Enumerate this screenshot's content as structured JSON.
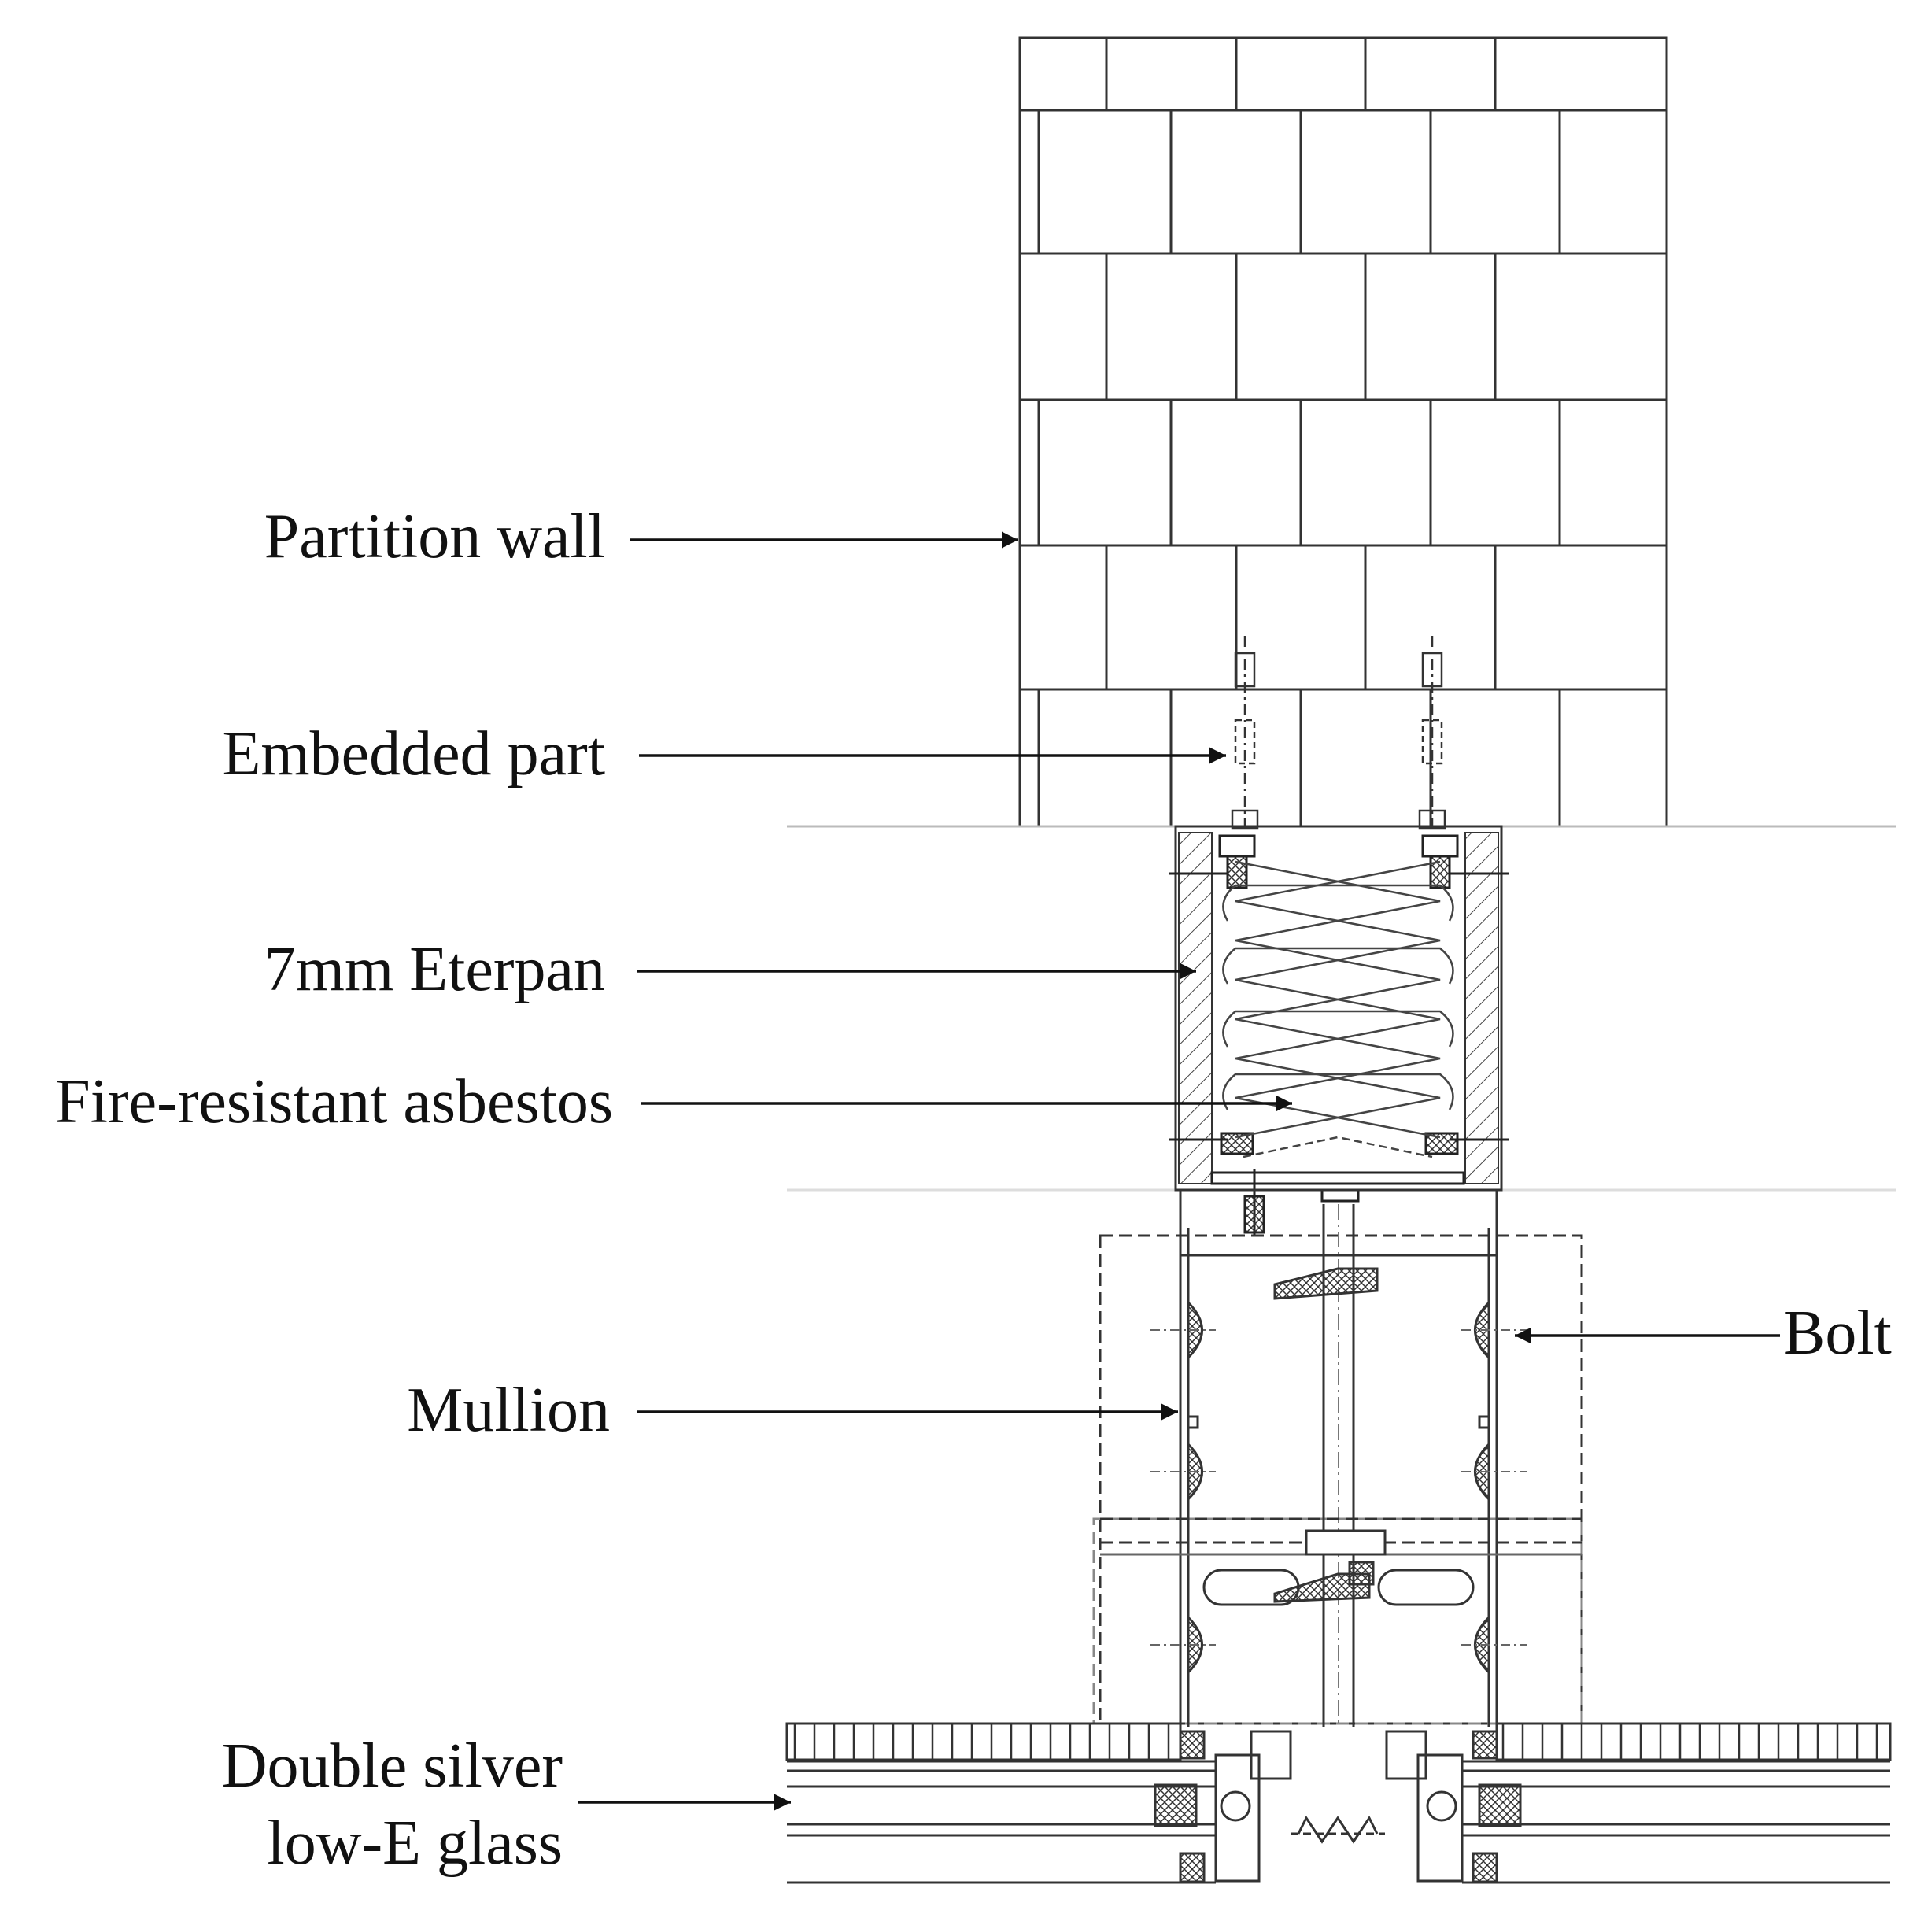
{
  "diagram": {
    "callouts": {
      "partition_wall": "Partition wall",
      "embedded_part": "Embedded part",
      "eterpan": "7mm Eterpan",
      "asbestos": "Fire-resistant asbestos",
      "bolt": "Bolt",
      "mullion": "Mullion",
      "glass_line1": "Double silver",
      "glass_line2": "low-E glass"
    }
  }
}
